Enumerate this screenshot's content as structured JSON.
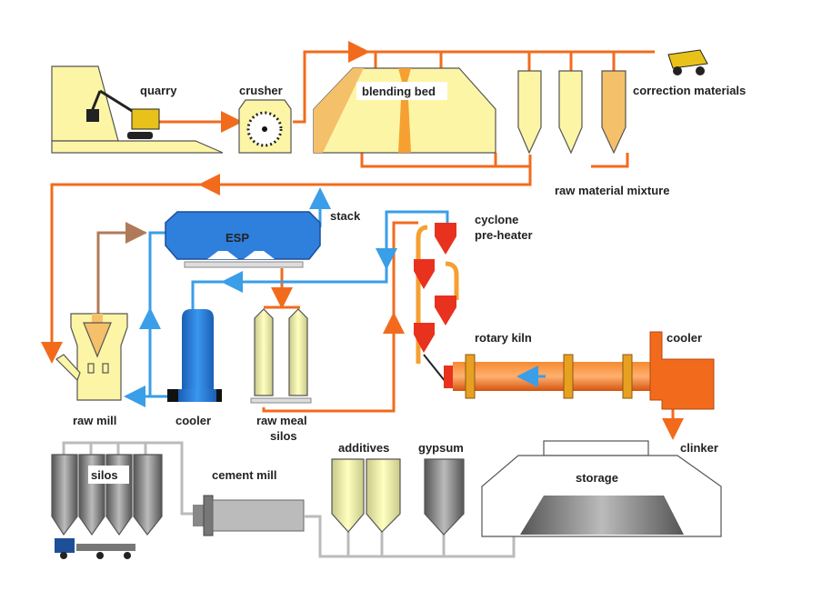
{
  "labels": {
    "quarry": "quarry",
    "crusher": "crusher",
    "blending_bed": "blending bed",
    "correction_materials": "correction materials",
    "raw_material_mixture": "raw material mixture",
    "esp": "ESP",
    "stack": "stack",
    "cyclone_line1": "cyclone",
    "cyclone_line2": "pre-heater",
    "rotary_kiln": "rotary kiln",
    "kiln_cooler": "cooler",
    "raw_mill": "raw mill",
    "cooler": "cooler",
    "raw_meal_line1": "raw meal",
    "raw_meal_line2": "silos",
    "clinker": "clinker",
    "silos": "silos",
    "cement_mill": "cement mill",
    "additives": "additives",
    "gypsum": "gypsum",
    "storage": "storage"
  },
  "colors": {
    "material_flow": "#f26b1d",
    "gas_flow": "#3a9ee8",
    "product_flow": "#bbbbbb",
    "equipment_yellow": "#fdf5a6",
    "esp_blue": "#2f7fdc",
    "cyclone_red": "#e8321e"
  }
}
